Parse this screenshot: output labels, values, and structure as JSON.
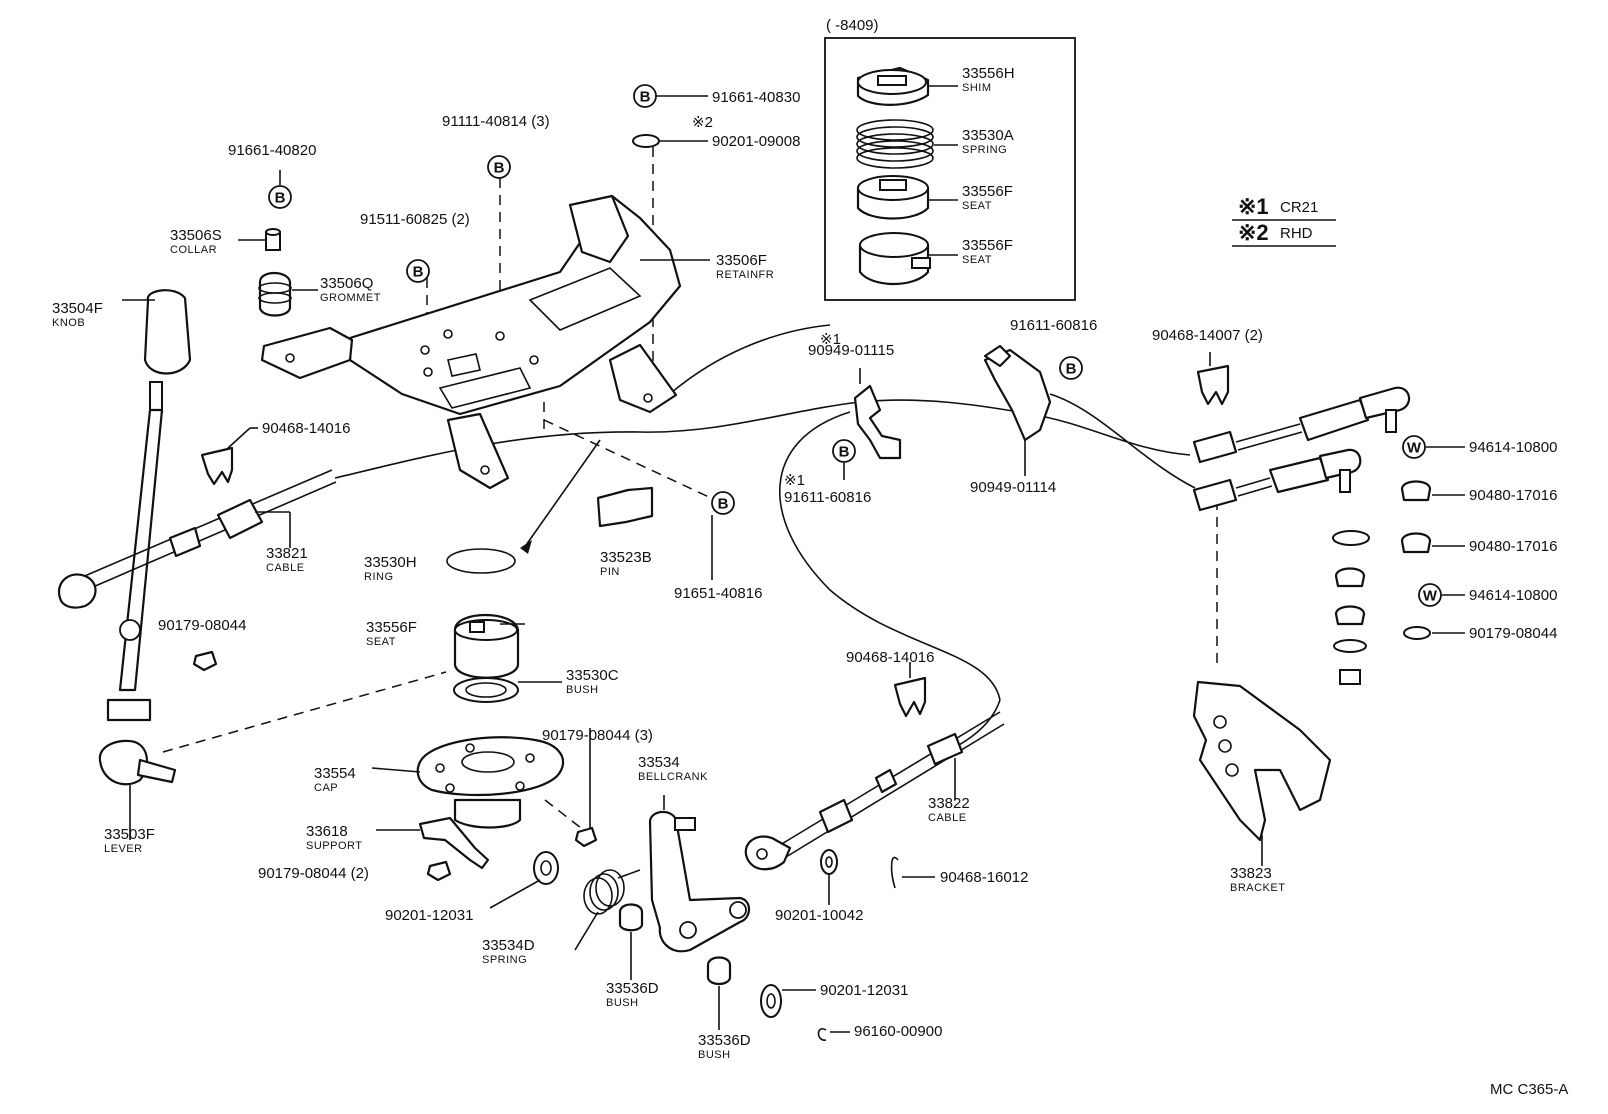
{
  "diagram_code": "MC C365-A",
  "inset": {
    "range": "(      -8409)"
  },
  "notes": [
    {
      "mark": "※1",
      "text": "CR21"
    },
    {
      "mark": "※2",
      "text": "RHD"
    }
  ],
  "callouts": {
    "b": "B",
    "w": "W"
  },
  "parts": {
    "p91661_40820": "91661-40820",
    "p33506S": "33506S",
    "n_collar": "COLLAR",
    "p33506Q": "33506Q",
    "n_grommet": "GROMMET",
    "p33504F": "33504F",
    "n_knob": "KNOB",
    "p91111_40814": "91111-40814 (3)",
    "p91511_60825": "91511-60825 (2)",
    "p91661_40830": "91661-40830",
    "mark2": "※2",
    "p90201_09008": "90201-09008",
    "p33506F": "33506F",
    "n_retainer": "RETAINFR",
    "p33556H": "33556H",
    "n_shim": "SHIM",
    "p33530A": "33530A",
    "n_spring": "SPRING",
    "p33556F_a": "33556F",
    "n_seat_a": "SEAT",
    "p33556F_b": "33556F",
    "n_seat_b": "SEAT",
    "mark1_a": "※1",
    "p90949_01115": "90949-01115",
    "p91611_60816_a": "91611-60816",
    "p90468_14007": "90468-14007 (2)",
    "p90468_14016_a": "90468-14016",
    "mark1_b": "※1",
    "p91611_60816_b": "91611-60816",
    "p90949_01114": "90949-01114",
    "p94614_10800_a": "94614-10800",
    "p90480_17016_a": "90480-17016",
    "p90480_17016_b": "90480-17016",
    "p94614_10800_b": "94614-10800",
    "p90179_08044_r": "90179-08044",
    "p33821": "33821",
    "n_cable_a": "CABLE",
    "p33530H": "33530H",
    "n_ring": "RING",
    "p33523B": "33523B",
    "n_pin": "PIN",
    "p91651_40816": "91651-40816",
    "p90179_08044_a": "90179-08044",
    "p33556F_c": "33556F",
    "n_seat_c": "SEAT",
    "p33530C": "33530C",
    "n_bush_a": "BUSH",
    "p90468_14016_b": "90468-14016",
    "p90179_08044_3": "90179-08044 (3)",
    "p33554": "33554",
    "n_cap": "CAP",
    "p33534": "33534",
    "n_bellcrank": "BELLCRANK",
    "p33822": "33822",
    "n_cable_b": "CABLE",
    "p33503F": "33503F",
    "n_lever": "LEVER",
    "p33618": "33618",
    "n_support": "SUPPORT",
    "p90179_08044_2": "90179-08044 (2)",
    "p90201_12031_a": "90201-12031",
    "p33534D": "33534D",
    "n_spring_b": "SPRING",
    "p90201_10042": "90201-10042",
    "p90468_16012": "90468-16012",
    "p33823": "33823",
    "n_bracket": "BRACKET",
    "p33536D_a": "33536D",
    "n_bush_b": "BUSH",
    "p90201_12031_b": "90201-12031",
    "p33536D_b": "33536D",
    "n_bush_c": "BUSH",
    "p96160_00900": "96160-00900"
  }
}
